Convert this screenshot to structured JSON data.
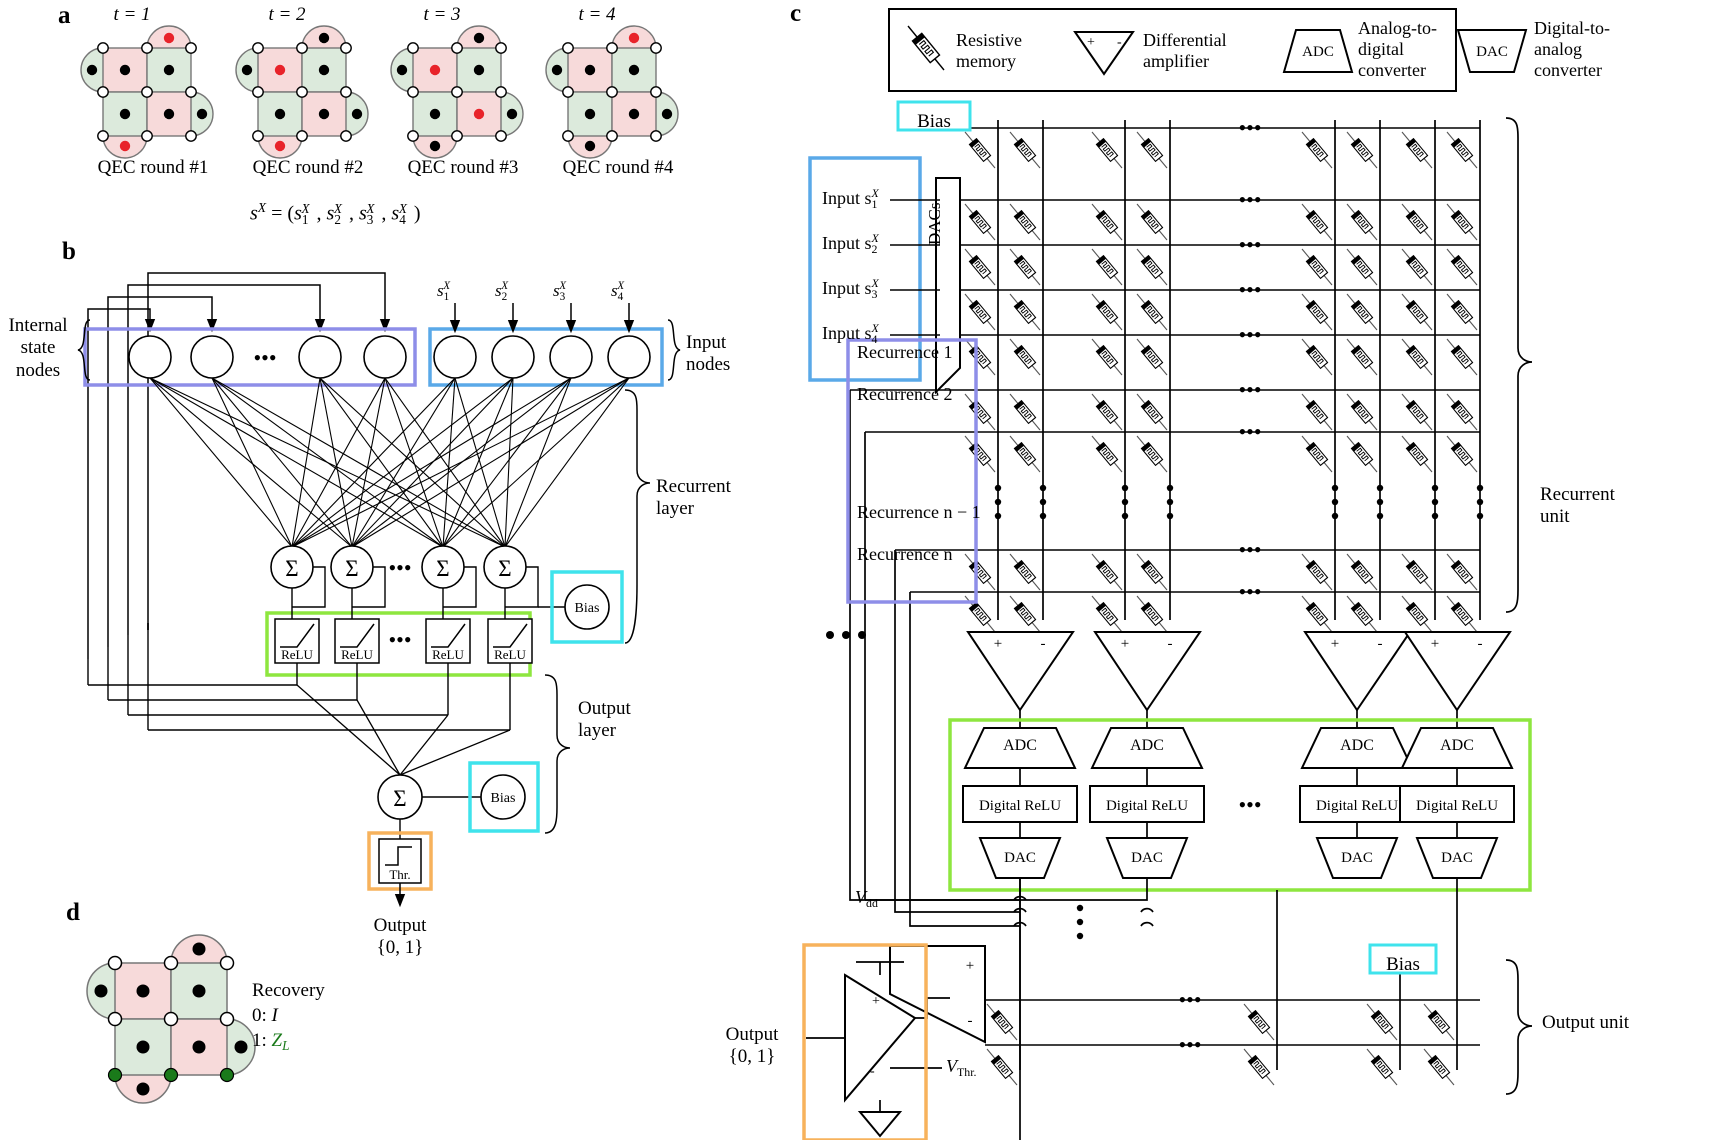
{
  "panels": {
    "a": {
      "letter": "a",
      "time_labels": [
        "t = 1",
        "t = 2",
        "t = 3",
        "t = 4"
      ],
      "round_labels": [
        "QEC round #1",
        "QEC round #2",
        "QEC round #3",
        "QEC round #4"
      ],
      "syndrome_equation": "s^X = (s_1^X, s_2^X, s_3^X, s_4^X)",
      "syndrome_parts": {
        "lhs": "s",
        "lhs_sup": "X",
        "items": [
          "1",
          "2",
          "3",
          "4"
        ]
      },
      "lattices": [
        {
          "time": "t = 1",
          "round": "QEC round #1",
          "red_dots": [
            "top",
            "bottom"
          ]
        },
        {
          "time": "t = 2",
          "round": "QEC round #2",
          "red_dots": [
            "face-tl",
            "bottom"
          ]
        },
        {
          "time": "t = 3",
          "round": "QEC round #3",
          "red_dots": [
            "face-tl",
            "face-br"
          ]
        },
        {
          "time": "t = 4",
          "round": "QEC round #4",
          "red_dots": [
            "top"
          ]
        }
      ]
    },
    "b": {
      "letter": "b",
      "internal_state_label": "Internal\nstate\nnodes",
      "internal_state_lines": [
        "Internal",
        "state",
        "nodes"
      ],
      "input_nodes_label": [
        "Input",
        "nodes"
      ],
      "recurrent_layer_label": [
        "Recurrent",
        "layer"
      ],
      "output_layer_label": [
        "Output",
        "layer"
      ],
      "input_signals": [
        "s1X",
        "s2X",
        "s3X",
        "s4X"
      ],
      "input_signal_subs": [
        "1",
        "2",
        "3",
        "4"
      ],
      "input_signal_base": "s",
      "input_signal_sup": "X",
      "sum_symbol": "Σ",
      "ellipsis": "•••",
      "relu_label": "ReLU",
      "bias_label": "Bias",
      "thr_label": "Thr.",
      "output_label": [
        "Output",
        "{0, 1}"
      ],
      "node_count_shown": 4,
      "hidden_count_shown": 4
    },
    "c": {
      "letter": "c",
      "legend": [
        {
          "icon": "resistive-memory-icon",
          "label": [
            "Resistive",
            "memory"
          ]
        },
        {
          "icon": "differential-amplifier-icon",
          "label": [
            "Differential",
            "amplifier"
          ],
          "plus": "+",
          "minus": "-"
        },
        {
          "icon": "adc-icon",
          "icon_text": "ADC",
          "label": [
            "Analog-to-",
            "digital",
            "converter"
          ]
        },
        {
          "icon": "dac-icon",
          "icon_text": "DAC",
          "label": [
            "Digital-to-",
            "analog",
            "converter"
          ]
        }
      ],
      "bias_top_label": "Bias",
      "bias_bottom_label": "Bias",
      "input_labels": [
        "Input s1X",
        "Input s2X",
        "Input s3X",
        "Input s4X"
      ],
      "input_base": "Input s",
      "input_subs": [
        "1",
        "2",
        "3",
        "4"
      ],
      "input_sup": "X",
      "dacs_label": "DACs",
      "recurrence_labels": [
        "Recurrence 1",
        "Recurrence 2",
        "Recurrence n − 1",
        "Recurrence n"
      ],
      "recurrent_unit_label": [
        "Recurrent",
        "unit"
      ],
      "output_unit_label": "Output unit",
      "adc_label": "ADC",
      "digital_relu_label": "Digital ReLU",
      "dac_label": "DAC",
      "amp_plus": "+",
      "amp_minus": "-",
      "vdd_label": "Vdd",
      "vdd_base": "V",
      "vdd_sub": "dd",
      "vthr_base": "V",
      "vthr_sub": "Thr.",
      "output_label": [
        "Output",
        "{0, 1}"
      ],
      "hdots": "•••",
      "column_pairs": 4,
      "crossbar_rows": 9
    },
    "d": {
      "letter": "d",
      "recovery_title": "Recovery",
      "recovery_options": [
        {
          "key": "0:",
          "value": "I",
          "color": "#000000"
        },
        {
          "key": "1:",
          "value": "ZL",
          "value_base": "Z",
          "value_sub": "L",
          "color": "#1a7a1a"
        }
      ],
      "green_dot_count": 3
    }
  },
  "colors": {
    "purple_box": "#8e8ee8",
    "blue_box": "#5aa9e8",
    "cyan_box": "#3fe3ec",
    "green_box": "#8ee63f",
    "orange_box": "#f7b25c",
    "red_dot": "#e8232a",
    "green_dot": "#1a7a1a",
    "tile_pink": "#f7dada",
    "tile_green": "#dceadc",
    "stroke": "#000000",
    "tile_stroke": "#777777"
  }
}
